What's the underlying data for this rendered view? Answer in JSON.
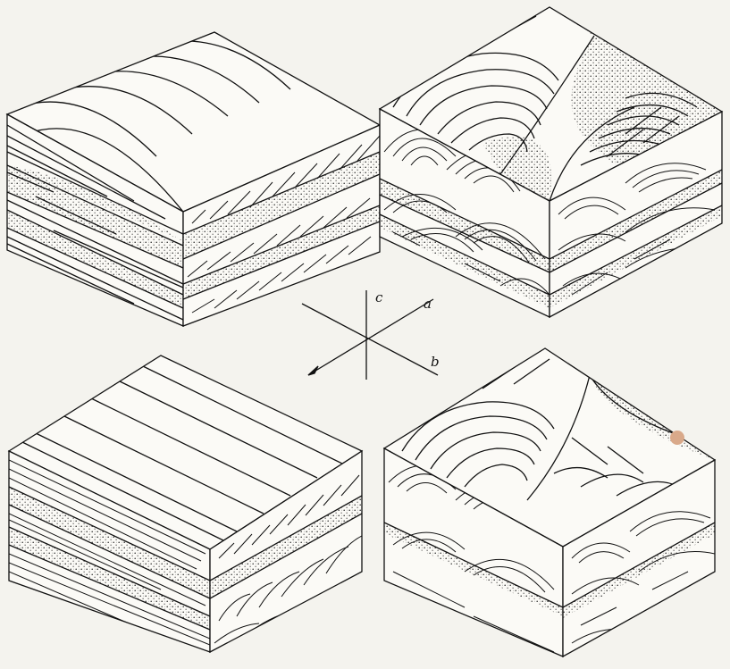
{
  "figure": {
    "background": "#f4f3ee",
    "ink": "#111111",
    "stipple": "#2a2a2a",
    "blocks": [
      {
        "name": "block-top-left",
        "style": "planar cross-bedding"
      },
      {
        "name": "block-top-right",
        "style": "trough cross-bedding"
      },
      {
        "name": "block-bottom-left",
        "style": "planar cross-bedding"
      },
      {
        "name": "block-bottom-right",
        "style": "trough cross-bedding"
      }
    ],
    "axes": {
      "c": "c",
      "a": "a",
      "b": "b"
    }
  }
}
